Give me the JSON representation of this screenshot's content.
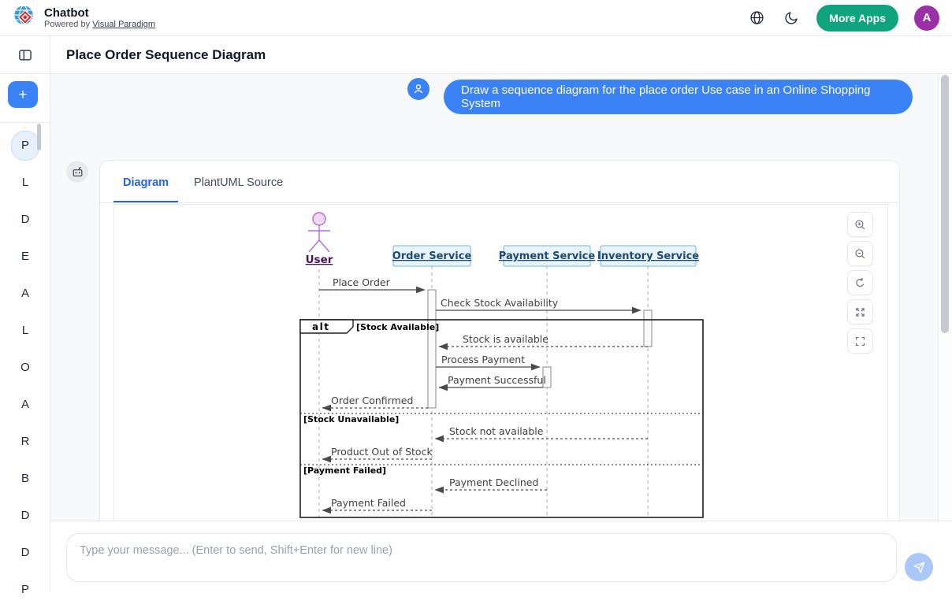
{
  "header": {
    "app_title": "Chatbot",
    "powered_by": "Powered by",
    "powered_by_link": "Visual Paradigm",
    "more_apps_label": "More Apps",
    "avatar_letter": "A"
  },
  "titlebar": {
    "page_title": "Place Order Sequence Diagram"
  },
  "sidebar": {
    "new_chat_label": "+",
    "items": [
      {
        "label": "P",
        "active": true
      },
      {
        "label": "L",
        "active": false
      },
      {
        "label": "D",
        "active": false
      },
      {
        "label": "E",
        "active": false
      },
      {
        "label": "A",
        "active": false
      },
      {
        "label": "L",
        "active": false
      },
      {
        "label": "O",
        "active": false
      },
      {
        "label": "A",
        "active": false
      },
      {
        "label": "R",
        "active": false
      },
      {
        "label": "B",
        "active": false
      },
      {
        "label": "D",
        "active": false
      },
      {
        "label": "D",
        "active": false
      },
      {
        "label": "P",
        "active": false
      }
    ]
  },
  "chat": {
    "user_message": "Draw a sequence diagram for the place order Use case in an Online Shopping System"
  },
  "card": {
    "tab_diagram": "Diagram",
    "tab_source": "PlantUML Source"
  },
  "diagram": {
    "actor": "User",
    "participants": [
      {
        "name": "Order Service"
      },
      {
        "name": "Payment Service"
      },
      {
        "name": "Inventory Service"
      }
    ],
    "fragment": {
      "operator": "alt",
      "guards": [
        "[Stock Available]",
        "[Stock Unavailable]",
        "[Payment Failed]"
      ]
    },
    "messages": [
      {
        "label": "Place Order",
        "from": "User",
        "to": "Order Service",
        "line": "solid"
      },
      {
        "label": "Check Stock Availability",
        "from": "Order Service",
        "to": "Inventory Service",
        "line": "solid"
      },
      {
        "label": "Stock is available",
        "from": "Inventory Service",
        "to": "Order Service",
        "line": "dashed"
      },
      {
        "label": "Process Payment",
        "from": "Order Service",
        "to": "Payment Service",
        "line": "solid"
      },
      {
        "label": "Payment Successful",
        "from": "Payment Service",
        "to": "Order Service",
        "line": "solid"
      },
      {
        "label": "Order Confirmed",
        "from": "Order Service",
        "to": "User",
        "line": "dashed"
      },
      {
        "label": "Stock not available",
        "from": "Inventory Service",
        "to": "Order Service",
        "line": "dashed"
      },
      {
        "label": "Product Out of Stock",
        "from": "Order Service",
        "to": "User",
        "line": "dashed"
      },
      {
        "label": "Payment Declined",
        "from": "Payment Service",
        "to": "Order Service",
        "line": "dashed"
      },
      {
        "label": "Payment Failed",
        "from": "Order Service",
        "to": "User",
        "line": "dashed"
      }
    ]
  },
  "viewer_controls": [
    {
      "icon": "zoom-in"
    },
    {
      "icon": "zoom-out"
    },
    {
      "icon": "reset-view"
    },
    {
      "icon": "expand"
    },
    {
      "icon": "fullscreen"
    }
  ],
  "composer": {
    "placeholder": "Type your message... (Enter to send, Shift+Enter for new line)"
  },
  "colors": {
    "accent_blue": "#3b82f6",
    "tab_active_blue": "#2563eb",
    "brand_green": "#0fa47e",
    "avatar_purple": "#9b2fa5",
    "send_disabled_blue": "#a9c7f8"
  }
}
